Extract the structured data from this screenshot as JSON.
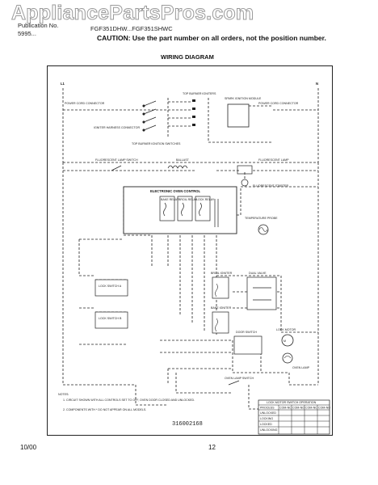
{
  "watermark": "AppliancePartsPros.com",
  "header": {
    "publication_line1": "Publication No.",
    "publication_line2": "5995...",
    "models": "FGF351DHW...FGF351SHWC",
    "caution": "CAUTION:  Use the part number on all orders, not the position number."
  },
  "diagram": {
    "title": "WIRING DIAGRAM",
    "terminal_left": "L1",
    "terminal_right": "N",
    "labels": {
      "power_cord_left": "POWER CORD CONNECTOR",
      "power_cord_right": "POWER CORD CONNECTOR",
      "igniter_harness": "IGNITER HARNESS CONNECTOR",
      "top_burner_switches": "TOP BURNER IGNITION SWITCHES",
      "top_burner_igniters": "TOP BURNER IGNITERS",
      "spark_module": "SPARK IGNITION MODULE",
      "fluorescent_switch": "FLUORESCENT LAMP SWITCH",
      "ballast": "BALLAST",
      "fluorescent_lamp": "FLUORESCENT LAMP",
      "fluorescent_starter": "FLUORESCENT STARTER",
      "eoc": "ELECTRONIC OVEN CONTROL",
      "temp_probe": "TEMPERATURE PROBE",
      "lock_switch_a": "LOCK SWITCH A",
      "lock_switch_b": "LOCK SWITCH B",
      "broil_igniter": "BROIL IGNITER",
      "bake_igniter": "BAKE IGNITER",
      "dual_valve": "DUAL VALVE",
      "door_switch": "DOOR SWITCH",
      "lock_motor": "LOCK MOTOR",
      "oven_lamp_switch": "OVEN LAMP SWITCH",
      "oven_lamp": "OVEN LAMP",
      "relay_bake": "BAKE RELAY",
      "relay_broil": "BROIL RELAY",
      "relay_lock": "LOCK RELAY"
    },
    "notes": {
      "heading": "NOTES:",
      "note1": "1.  CIRCUIT SHOWN WITH ALL CONTROLS SET TO OFF, OVEN DOOR CLOSED AND UNLOCKED.",
      "note2": "2.  COMPONENTS WITH * DO NOT APPEAR ON ALL MODELS."
    },
    "part_number": "316002168",
    "table": {
      "title": "LOCK MOTOR SWITCH OPERATION",
      "headers": [
        "PROCESS",
        "COM-NC",
        "COM-NO",
        "COM-NC",
        "COM-NO"
      ],
      "rows": [
        [
          "UNLOCKED",
          "",
          "",
          "",
          ""
        ],
        [
          "LOCKING",
          "",
          "",
          "",
          ""
        ],
        [
          "LOCKED",
          "",
          "",
          "",
          ""
        ],
        [
          "UNLOCKING",
          "",
          "",
          "",
          ""
        ]
      ]
    }
  },
  "footer": {
    "date": "10/00",
    "page": "12"
  }
}
